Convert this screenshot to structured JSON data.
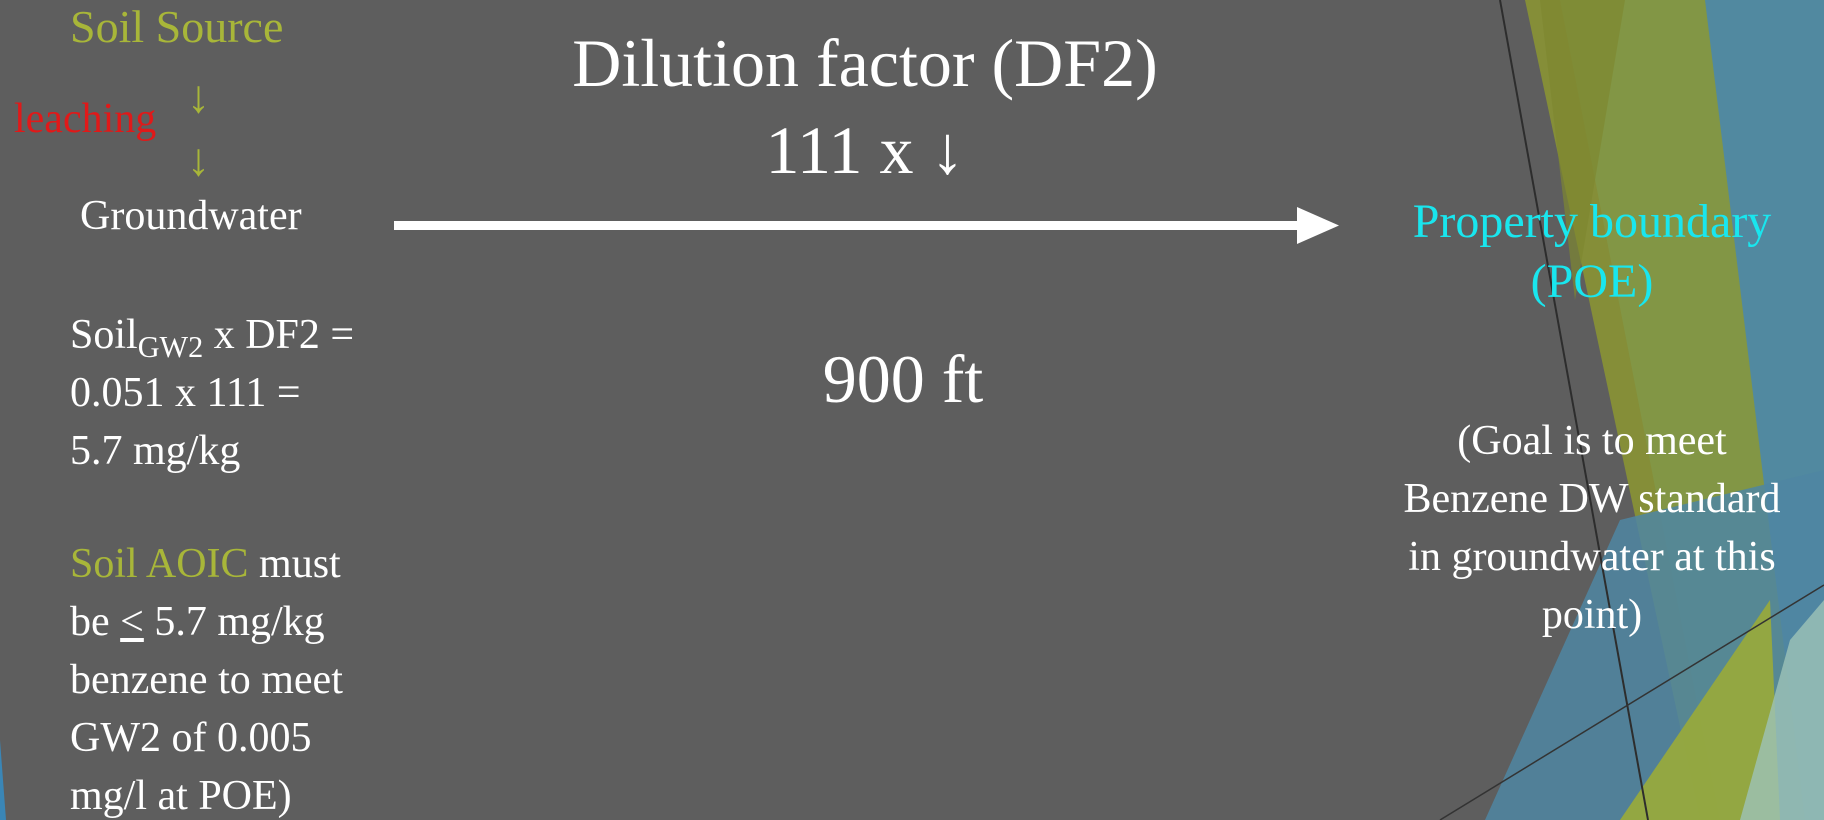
{
  "colors": {
    "background": "#5e5e5e",
    "text": "#ffffff",
    "accent_green": "#a8b639",
    "accent_red": "#e01919",
    "accent_cyan": "#19e6ee"
  },
  "source": {
    "soil_source": "Soil Source",
    "leaching": "leaching",
    "arrow_down_1": "↓",
    "arrow_down_2": "↓",
    "groundwater": "Groundwater"
  },
  "dilution": {
    "title": "Dilution factor (DF2)",
    "factor": "111 x ↓"
  },
  "distance": "900 ft",
  "poe": {
    "line1": "Property boundary",
    "line2": "(POE)"
  },
  "goal": {
    "line1": "(Goal is to meet",
    "line2": "Benzene DW standard",
    "line3": "in groundwater at this",
    "line4": "point)"
  },
  "calc": {
    "soil": "Soil",
    "subscript": "GW2",
    "rest": " x DF2 =",
    "line2": "0.051 x 111 =",
    "line3": "5.7 mg/kg"
  },
  "aoic": {
    "label": "Soil AOIC",
    "must": " must",
    "be": "be ",
    "leq": "<",
    "value": " 5.7 mg/kg",
    "line3": "benzene to meet",
    "line4": "GW2 of 0.005",
    "line5": "mg/l at POE)"
  }
}
